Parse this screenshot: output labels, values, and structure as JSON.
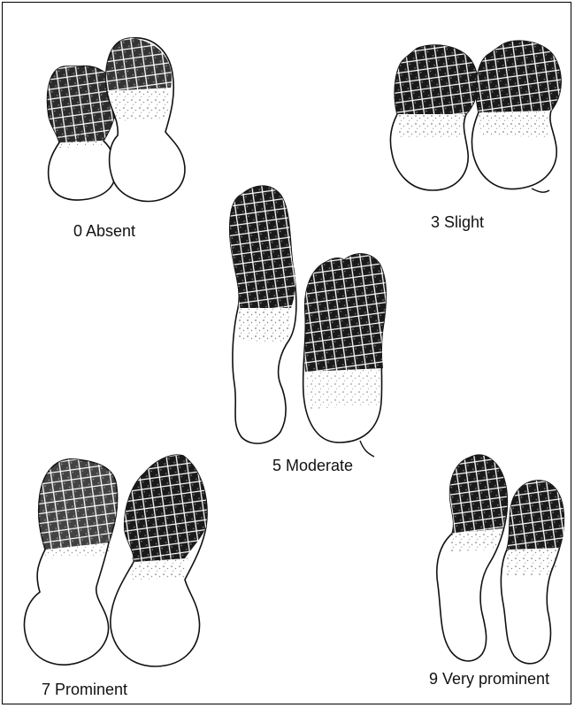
{
  "figure": {
    "colors": {
      "ink": "#111111",
      "shell": "#ffffff",
      "frame": "#000000"
    },
    "panels": [
      {
        "id": "absent",
        "label": "0 Absent",
        "score": 0
      },
      {
        "id": "slight",
        "label": "3 Slight",
        "score": 3
      },
      {
        "id": "moderate",
        "label": "5 Moderate",
        "score": 5
      },
      {
        "id": "prominent",
        "label": "7 Prominent",
        "score": 7
      },
      {
        "id": "very-prominent",
        "label": "9 Very prominent",
        "score": 9
      }
    ]
  }
}
